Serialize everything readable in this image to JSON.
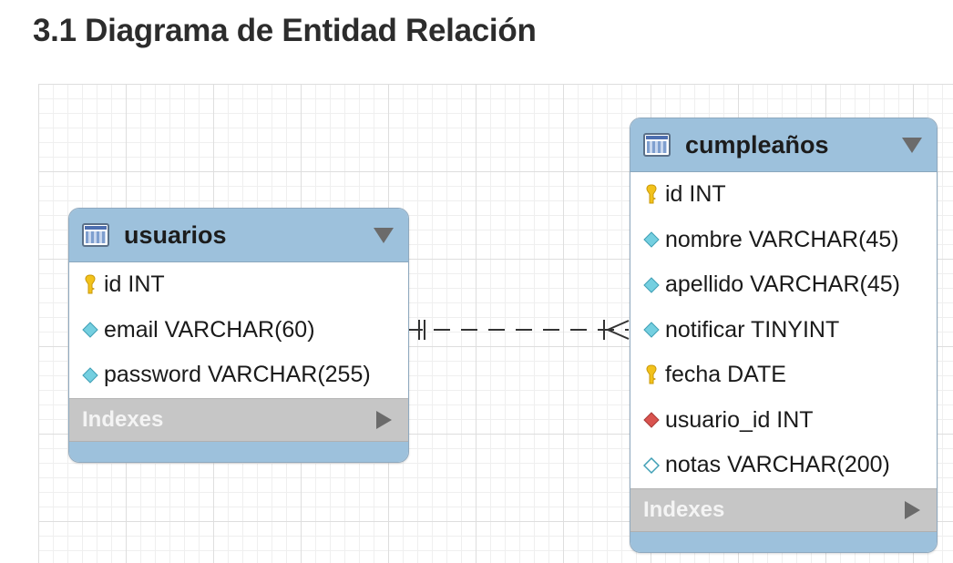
{
  "page": {
    "title": "3.1 Diagrama de Entidad Relación"
  },
  "entities": [
    {
      "name": "usuarios",
      "columns": [
        {
          "text": "id INT",
          "icon": "primary-key-icon"
        },
        {
          "text": "email VARCHAR(60)",
          "icon": "column-diamond-icon"
        },
        {
          "text": "password VARCHAR(255)",
          "icon": "column-diamond-icon"
        }
      ],
      "indexes_label": "Indexes"
    },
    {
      "name": "cumpleaños",
      "columns": [
        {
          "text": "id INT",
          "icon": "primary-key-icon"
        },
        {
          "text": "nombre VARCHAR(45)",
          "icon": "column-diamond-icon"
        },
        {
          "text": "apellido VARCHAR(45)",
          "icon": "column-diamond-icon"
        },
        {
          "text": "notificar TINYINT",
          "icon": "column-diamond-icon"
        },
        {
          "text": "fecha DATE",
          "icon": "primary-key-icon"
        },
        {
          "text": "usuario_id INT",
          "icon": "foreign-key-diamond-icon"
        },
        {
          "text": "notas VARCHAR(200)",
          "icon": "nullable-diamond-icon"
        }
      ],
      "indexes_label": "Indexes"
    }
  ],
  "relationship": {
    "from": "usuarios",
    "to": "cumpleaños",
    "from_cardinality": "one-and-only-one",
    "to_cardinality": "one-or-many",
    "line_style": "dashed"
  },
  "colors": {
    "header": "#9dc1dc",
    "indexes_bar": "#c6c6c6",
    "primary_key": "#f2c21b",
    "column": "#74cfe0",
    "foreign_key": "#d9534f",
    "nullable": "#74cfe0"
  }
}
